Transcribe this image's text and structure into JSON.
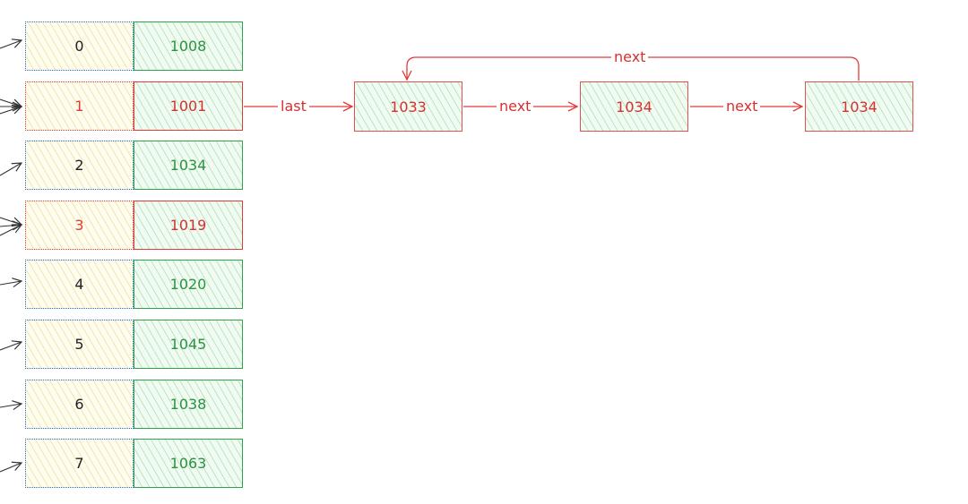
{
  "table": {
    "rows": [
      {
        "index": "0",
        "value": "1008",
        "highlighted": false
      },
      {
        "index": "1",
        "value": "1001",
        "highlighted": true
      },
      {
        "index": "2",
        "value": "1034",
        "highlighted": false
      },
      {
        "index": "3",
        "value": "1019",
        "highlighted": true
      },
      {
        "index": "4",
        "value": "1020",
        "highlighted": false
      },
      {
        "index": "5",
        "value": "1045",
        "highlighted": false
      },
      {
        "index": "6",
        "value": "1038",
        "highlighted": false
      },
      {
        "index": "7",
        "value": "1063",
        "highlighted": false
      }
    ]
  },
  "chain": {
    "nodes": [
      "1033",
      "1034",
      "1034"
    ],
    "last_label": "last",
    "next_label": "next"
  },
  "colors": {
    "red": "#e03a3a",
    "green": "#2fa24a",
    "blue_dotted": "#1f6fd1",
    "hatch_yellow": "#e6c850"
  }
}
